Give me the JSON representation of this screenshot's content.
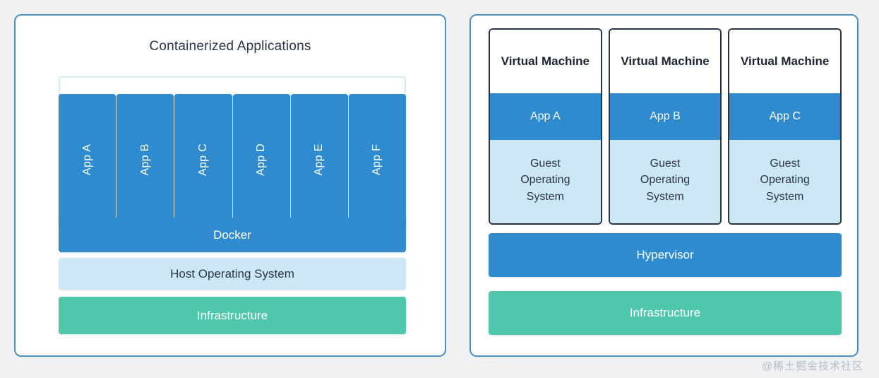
{
  "background_color": "#eff1f3",
  "colors": {
    "panel_border": "#4a90c4",
    "accent_blue": "#2f8bcd",
    "light_blue": "#cde8f5",
    "bracket_blue": "#d9ecf6",
    "green": "#4fc7ac",
    "dark_text": "#2b3445",
    "vm_border": "#2b3445"
  },
  "container_panel": {
    "title": "Containerized Applications",
    "apps": [
      {
        "label": "App A"
      },
      {
        "label": "App B"
      },
      {
        "label": "App C"
      },
      {
        "label": "App D"
      },
      {
        "label": "App E"
      },
      {
        "label": "App F"
      }
    ],
    "layers": [
      {
        "label": "Docker"
      },
      {
        "label": "Host Operating System"
      },
      {
        "label": "Infrastructure"
      }
    ]
  },
  "vm_panel": {
    "machines": [
      {
        "title": "Virtual Machine",
        "app": "App A",
        "guest_os": "Guest\nOperating\nSystem"
      },
      {
        "title": "Virtual Machine",
        "app": "App B",
        "guest_os": "Guest\nOperating\nSystem"
      },
      {
        "title": "Virtual Machine",
        "app": "App C",
        "guest_os": "Guest\nOperating\nSystem"
      }
    ],
    "layers": [
      {
        "label": "Hypervisor"
      },
      {
        "label": "Infrastructure"
      }
    ]
  },
  "watermark": "@稀土掘金技术社区"
}
